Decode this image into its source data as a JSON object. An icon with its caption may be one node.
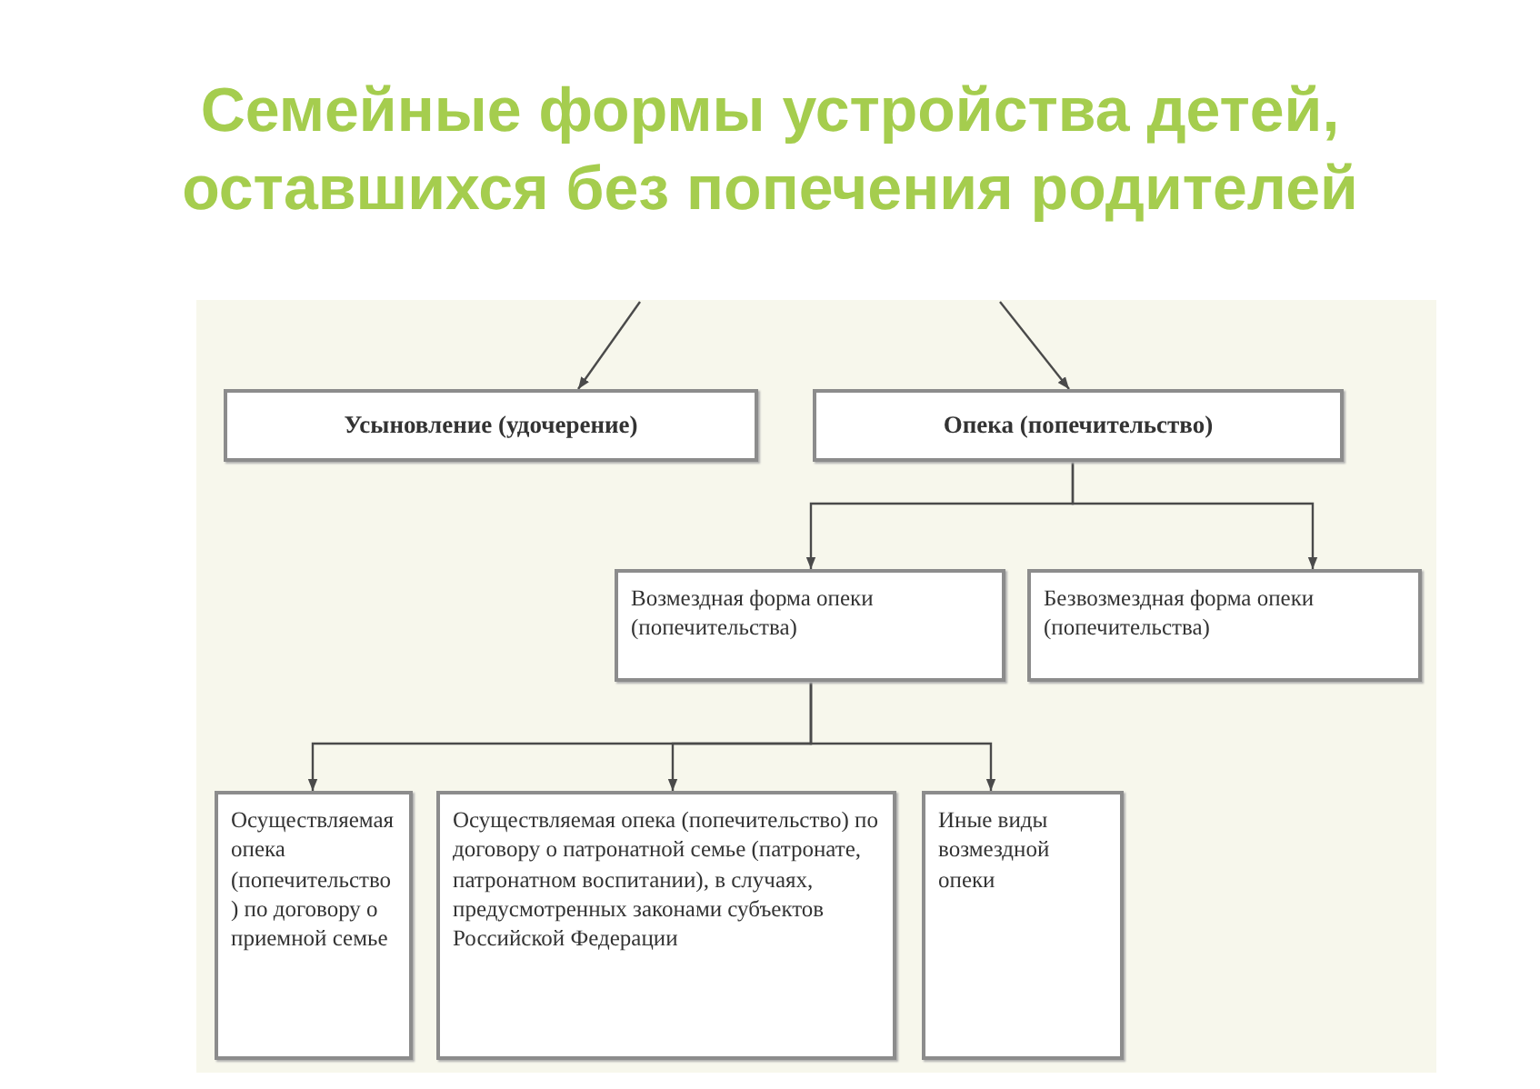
{
  "diagram": {
    "title": "Семейные формы устройства детей, оставшихся без попечения родителей",
    "nodes": [
      {
        "text": [
          "Усыновление (удочерение)"
        ]
      },
      {
        "text": [
          "Опека (попечительство)"
        ]
      },
      {
        "text": [
          "Возмездная форма опеки (попечительства)"
        ]
      },
      {
        "text": [
          "Безвозмездная форма опеки (попечительства)"
        ]
      },
      {
        "text": [
          "Осуществляемая опека (попечительство) по договору о приемной семье"
        ]
      },
      {
        "text": [
          "Осуществляемая опека (попечительство) по договору о патронатной семье (патронате, патронатном воспитании), в случаях, предусмотренных законами субъектов Российской Федерации"
        ]
      },
      {
        "text": [
          "Иные виды возмездной опеки"
        ]
      }
    ],
    "edges": [
      {
        "from": null,
        "to": 0,
        "arrow": "to"
      },
      {
        "from": null,
        "to": 1,
        "arrow": "to"
      },
      {
        "from": 1,
        "to": 2,
        "arrow": "to"
      },
      {
        "from": 1,
        "to": 3,
        "arrow": "to"
      },
      {
        "from": 2,
        "to": 4,
        "arrow": "to"
      },
      {
        "from": 2,
        "to": 5,
        "arrow": "to"
      },
      {
        "from": 2,
        "to": 6,
        "arrow": "to"
      }
    ]
  }
}
